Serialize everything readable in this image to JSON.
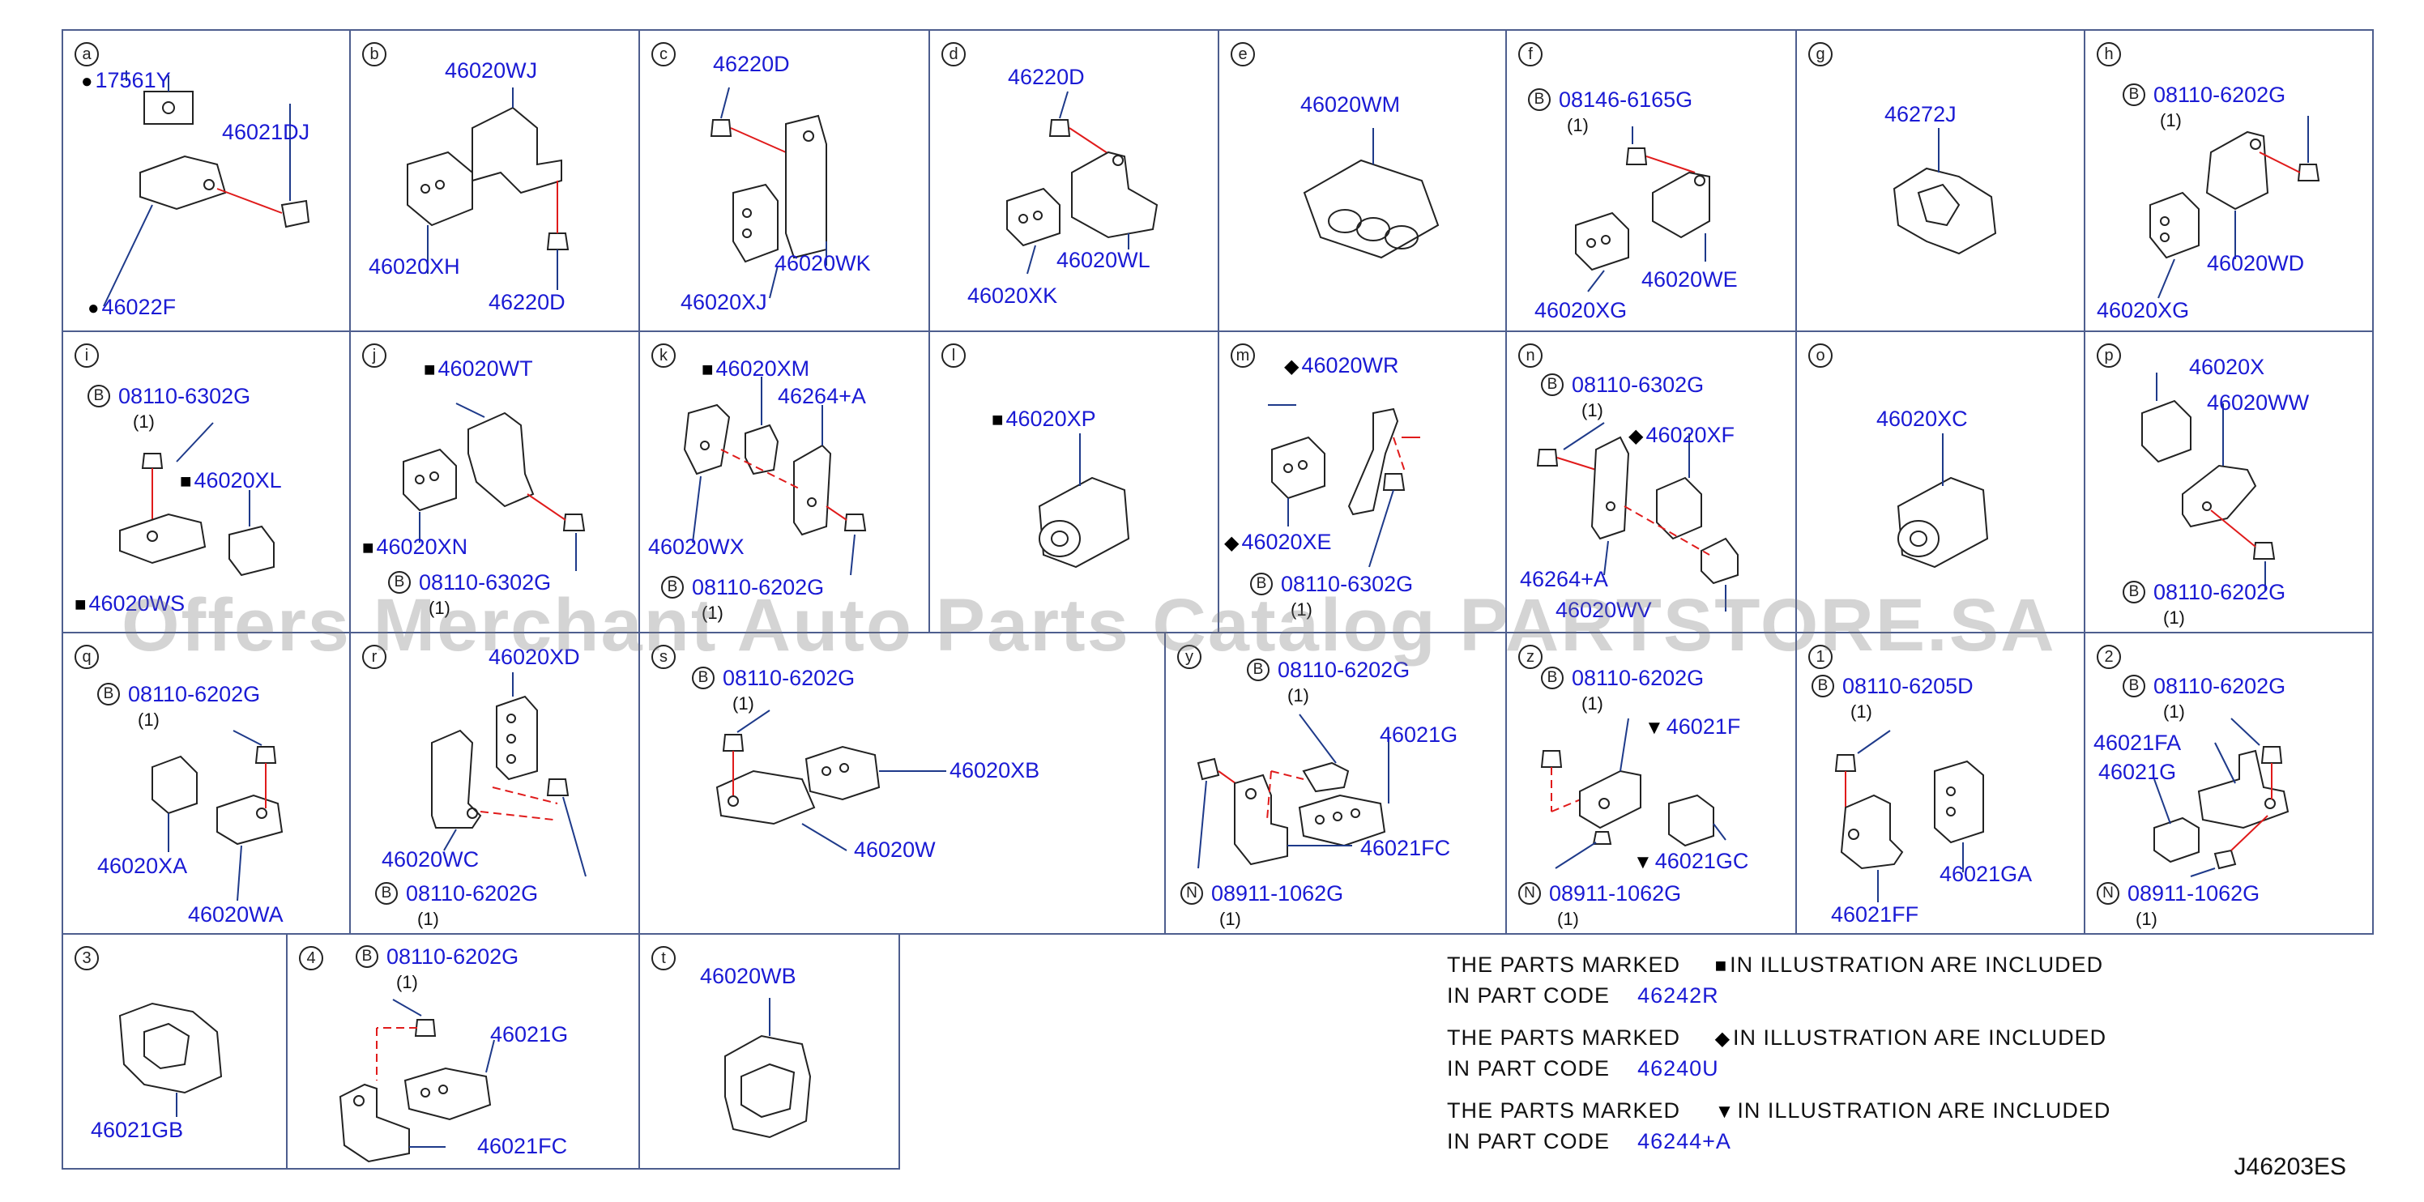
{
  "cells": {
    "a": {
      "id": "a",
      "labels": {
        "l1": "17561Y",
        "l2": "46021DJ",
        "l3": "46022F"
      }
    },
    "b": {
      "id": "b",
      "labels": {
        "l1": "46020WJ",
        "l2": "46020XH",
        "l3": "46220D"
      }
    },
    "c": {
      "id": "c",
      "labels": {
        "l1": "46220D",
        "l2": "46020WK",
        "l3": "46020XJ"
      }
    },
    "d": {
      "id": "d",
      "labels": {
        "l1": "46220D",
        "l2": "46020WL",
        "l3": "46020XK"
      }
    },
    "e": {
      "id": "e",
      "labels": {
        "l1": "46020WM"
      }
    },
    "f": {
      "id": "f",
      "labels": {
        "l1": "08146-6165G",
        "q1": "(1)",
        "l2": "46020WE",
        "l3": "46020XG"
      }
    },
    "g": {
      "id": "g",
      "labels": {
        "l1": "46272J"
      }
    },
    "h": {
      "id": "h",
      "labels": {
        "l1": "08110-6202G",
        "q1": "(1)",
        "l2": "46020WD",
        "l3": "46020XG"
      }
    },
    "i": {
      "id": "i",
      "labels": {
        "l1": "08110-6302G",
        "q1": "(1)",
        "l2": "46020XL",
        "l3": "46020WS"
      }
    },
    "j": {
      "id": "j",
      "labels": {
        "l1": "46020WT",
        "l2": "46020XN",
        "l3": "08110-6302G",
        "q3": "(1)"
      }
    },
    "k": {
      "id": "k",
      "labels": {
        "l1": "46020XM",
        "l2": "46264+A",
        "l3": "46020WX",
        "l4": "08110-6202G",
        "q4": "(1)"
      }
    },
    "l": {
      "id": "l",
      "labels": {
        "l1": "46020XP"
      }
    },
    "m": {
      "id": "m",
      "labels": {
        "l1": "46020WR",
        "l2": "46020XE",
        "l3": "08110-6302G",
        "q3": "(1)"
      }
    },
    "n": {
      "id": "n",
      "labels": {
        "l1": "08110-6302G",
        "q1": "(1)",
        "l2": "46020XF",
        "l3": "46264+A",
        "l4": "46020WV"
      }
    },
    "o": {
      "id": "o",
      "labels": {
        "l1": "46020XC"
      }
    },
    "p": {
      "id": "p",
      "labels": {
        "l1": "46020X",
        "l2": "46020WW",
        "l3": "08110-6202G",
        "q3": "(1)"
      }
    },
    "q": {
      "id": "q",
      "labels": {
        "l1": "08110-6202G",
        "q1": "(1)",
        "l2": "46020XA",
        "l3": "46020WA"
      }
    },
    "r": {
      "id": "r",
      "labels": {
        "l1": "46020XD",
        "l2": "46020WC",
        "l3": "08110-6202G",
        "q3": "(1)"
      }
    },
    "s": {
      "id": "s",
      "labels": {
        "l1": "08110-6202G",
        "q1": "(1)",
        "l2": "46020XB",
        "l3": "46020W"
      }
    },
    "y": {
      "id": "y",
      "labels": {
        "l1": "08110-6202G",
        "q1": "(1)",
        "l2": "46021G",
        "l3": "46021FC",
        "l4": "08911-1062G",
        "q4": "(1)"
      }
    },
    "z": {
      "id": "z",
      "labels": {
        "l1": "08110-6202G",
        "q1": "(1)",
        "l2": "46021F",
        "l3": "46021GC",
        "l4": "08911-1062G",
        "q4": "(1)"
      }
    },
    "c1": {
      "id": "1",
      "labels": {
        "l1": "08110-6205D",
        "q1": "(1)",
        "l2": "46021GA",
        "l3": "46021FF"
      }
    },
    "c2": {
      "id": "2",
      "labels": {
        "l1": "08110-6202G",
        "q1": "(1)",
        "l2": "46021FA",
        "l3": "46021G",
        "l4": "08911-1062G",
        "q4": "(1)"
      }
    },
    "c3": {
      "id": "3",
      "labels": {
        "l1": "46021GB"
      }
    },
    "c4": {
      "id": "4",
      "labels": {
        "l1": "08110-6202G",
        "q1": "(1)",
        "l2": "46021G",
        "l3": "46021FC"
      }
    },
    "t": {
      "id": "t",
      "labels": {
        "l1": "46020WB"
      }
    }
  },
  "markers": {
    "circle": "●",
    "square": "■",
    "diamond": "◆",
    "triangle": "▼",
    "bolt_letter": "B",
    "nut_letter": "N"
  },
  "notes": [
    {
      "line1_a": "THE   PARTS   MARKED",
      "line1_b": "IN   ILLUSTRATION   ARE   INCLUDED",
      "line2": "IN   PART   CODE",
      "code": "46242R"
    },
    {
      "line1_a": "THE   PARTS   MARKED",
      "line1_b": "IN   ILLUSTRATION   ARE   INCLUDED",
      "line2": "IN   PART   CODE",
      "code": "46240U"
    },
    {
      "line1_a": "THE   PARTS   MARKED",
      "line1_b": "IN   ILLUSTRATION   ARE   INCLUDED",
      "line2": "IN   PART   CODE",
      "code": "46244+A"
    }
  ],
  "watermark": "Offers Merchant Auto Parts Catalog PARTSTORE.SA",
  "reference_code": "J46203ES",
  "colors": {
    "border": "#4e5e8e",
    "label": "#1a1ad4",
    "line": "#1e3a8a",
    "dash": "#e01b1b",
    "ink": "#222222"
  }
}
